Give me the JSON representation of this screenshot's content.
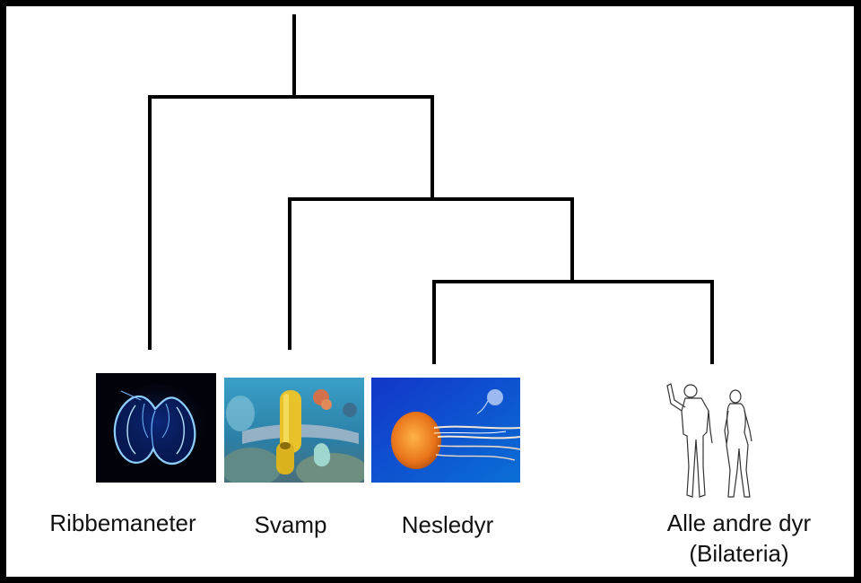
{
  "taxa": [
    {
      "label": "Ribbemaneter",
      "picture": "comb-jelly-photo"
    },
    {
      "label": "Svamp",
      "picture": "sponge-photo"
    },
    {
      "label": "Nesledyr",
      "picture": "jellyfish-photo"
    },
    {
      "label": "Alle andre dyr",
      "label2": "(Bilateria)",
      "picture": "human-figures-drawing"
    }
  ],
  "colors": {
    "frame": "#000000",
    "background": "#ffffff",
    "branch": "#000000"
  }
}
